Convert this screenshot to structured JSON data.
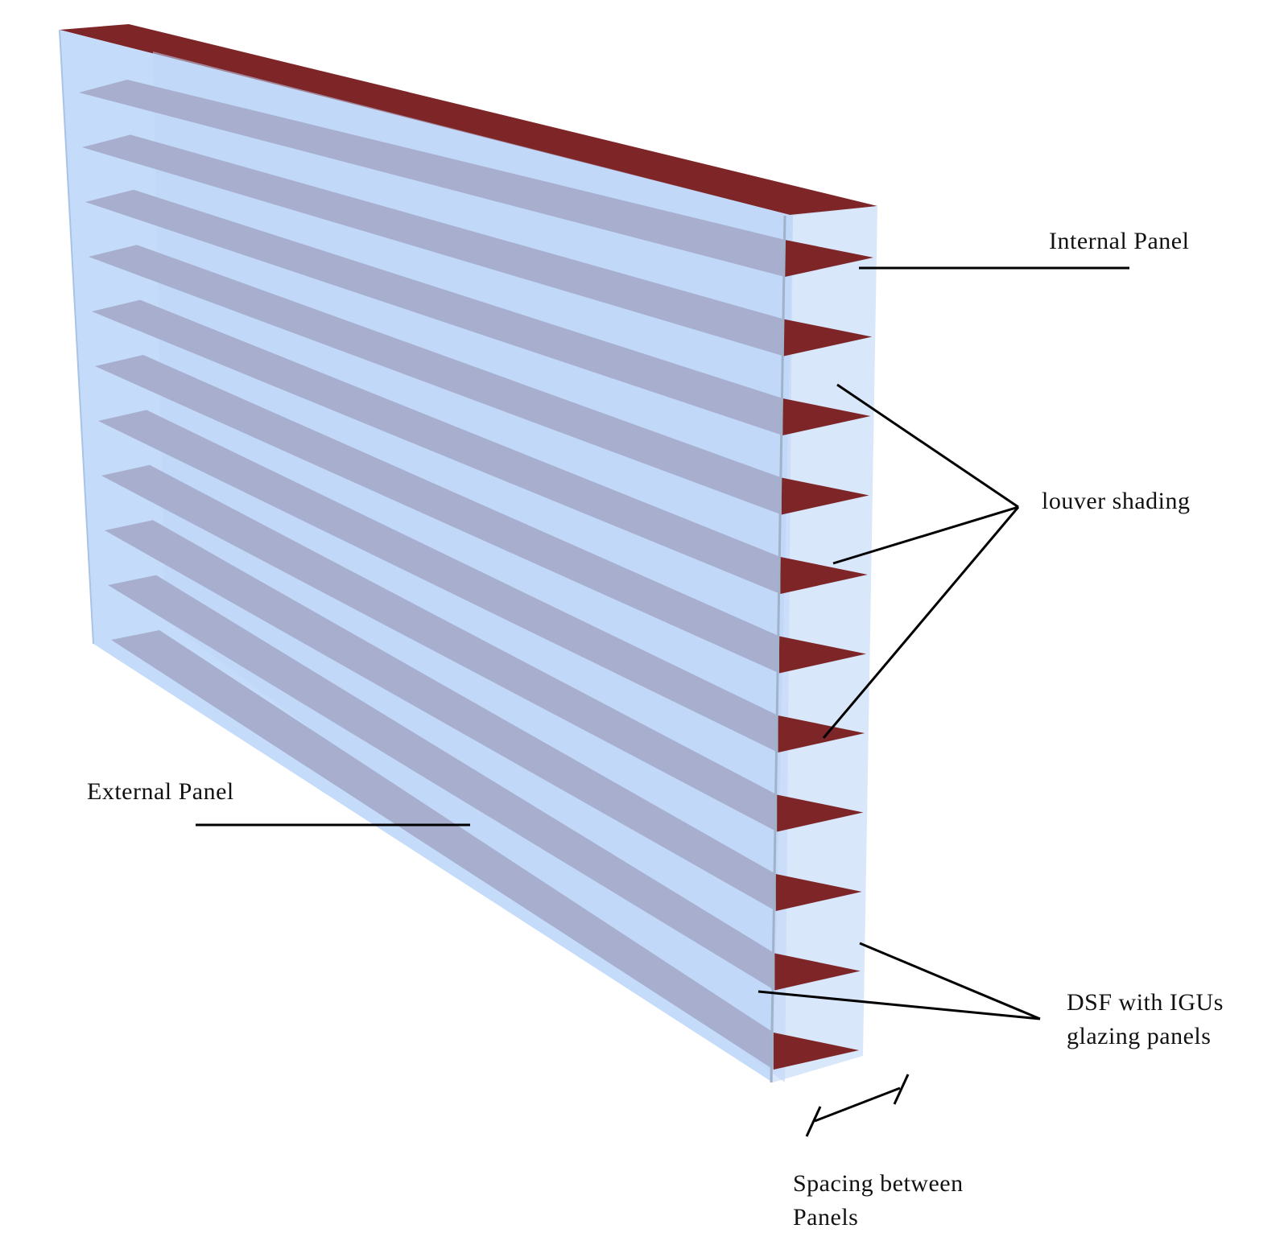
{
  "labels": {
    "internal_panel": "Internal Panel",
    "louver_shading": "louver shading",
    "external_panel": "External Panel",
    "dsf_line1": "DSF with IGUs",
    "dsf_line2": "glazing panels",
    "spacing_line1": "Spacing between",
    "spacing_line2": "Panels"
  },
  "colors": {
    "glass": "#c4dcfa",
    "glass_edge": "#d6e6fb",
    "louver_face": "#a7accb",
    "louver_section": "#7e2528",
    "leader": "#000000"
  }
}
